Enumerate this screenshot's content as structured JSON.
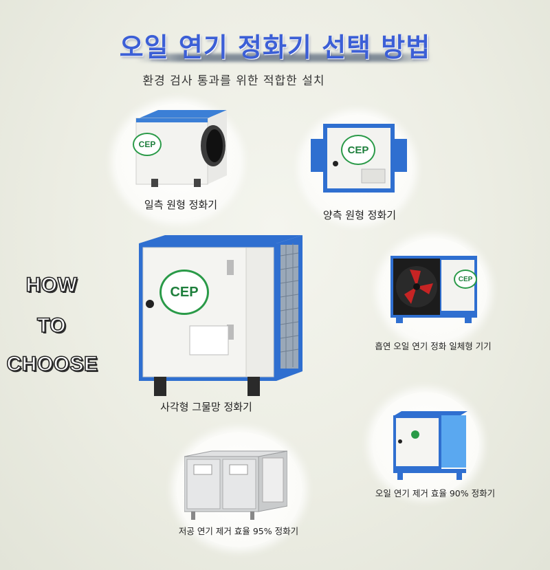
{
  "title": "오일 연기 정화기 선택 방법",
  "subtitle": "환경 검사 통과를 위한 적합한 설치",
  "how_to_choose": [
    "HOW",
    "TO",
    "CHOOSE"
  ],
  "logo_text": "CEP",
  "products": [
    {
      "label": "일측 원형 정화기"
    },
    {
      "label": "양측 원형 정화기"
    },
    {
      "label": "사각형 그물망 정화기"
    },
    {
      "label": "흡연 오일 연기 정화 일체형 기기"
    },
    {
      "label": "오일 연기 제거 효율 90% 정화기"
    },
    {
      "label": "저공 연기 제거 효율 95% 정화기"
    }
  ],
  "colors": {
    "title": "#3c5fd6",
    "frame_blue": "#2f6fd0",
    "cabinet": "#f2f2ef",
    "logo_green": "#2a9a48"
  }
}
